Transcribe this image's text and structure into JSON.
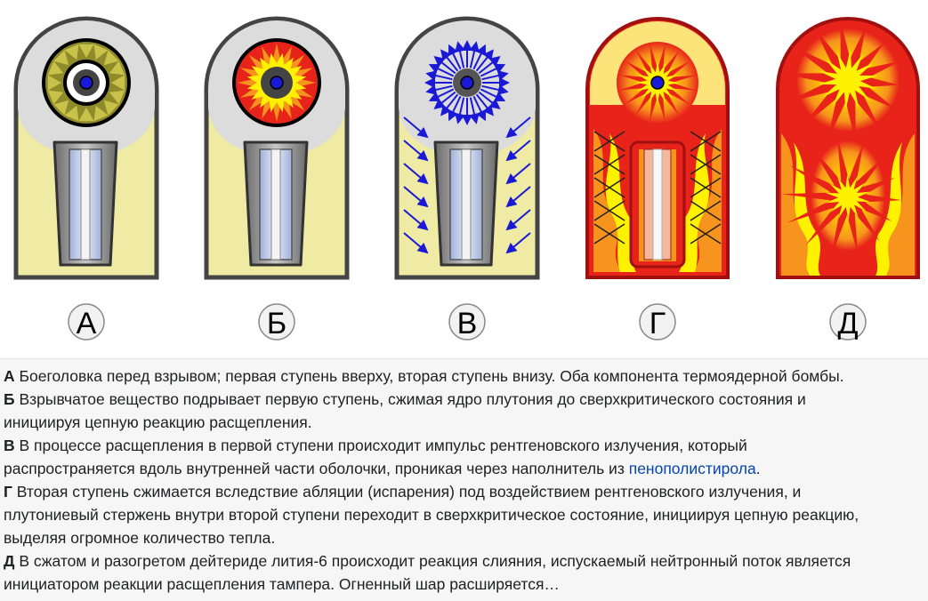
{
  "stages": [
    {
      "letter": "А"
    },
    {
      "letter": "Б"
    },
    {
      "letter": "В"
    },
    {
      "letter": "Г"
    },
    {
      "letter": "Д"
    }
  ],
  "caption": {
    "a": {
      "letter": "А",
      "text": " Боеголовка перед взрывом; первая ступень вверху, вторая ступень внизу. Оба компонента термоядерной бомбы."
    },
    "b": {
      "letter": "Б",
      "text1": " Взрывчатое вещество подрывает первую ступень, сжимая ядро плутония до сверхкритического состояния и",
      "text2": "инициируя цепную реакцию расщепления."
    },
    "v": {
      "letter": "В",
      "text1": " В процессе расщепления в первой ступени происходит импульс рентгеновского излучения, который",
      "text2": "распространяется вдоль внутренней части оболочки, проникая через наполнитель из ",
      "link": "пенополистирола",
      "text3": "."
    },
    "g": {
      "letter": "Г",
      "text1": " Вторая ступень сжимается вследствие абляции (испарения) под воздействием рентгеновского излучения, и",
      "text2": "плутониевый стержень внутри второй ступени переходит в сверхкритическое состояние, инициируя цепную реакцию,",
      "text3": "выделяя огромное количество тепла."
    },
    "d": {
      "letter": "Д",
      "text1": " В сжатом и разогретом дейтериде лития-6 происходит реакция слияния, испускаемый нейтронный поток является",
      "text2": "инициатором реакции расщепления тампера. Огненный шар расширяется…"
    }
  },
  "colors": {
    "shell": "#444444",
    "filler": "#f0eba4",
    "primary_bg": "#dcdcdc",
    "xray": "#1a1ad6",
    "fire_red": "#e8231a",
    "fire_orange": "#f7941d",
    "fire_yellow": "#fff200",
    "link": "#0645ad"
  }
}
